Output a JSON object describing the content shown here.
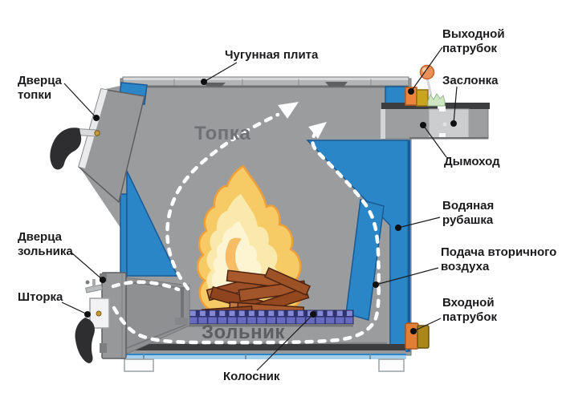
{
  "labels": {
    "cast_iron_plate": "Чугунная плита",
    "outlet_pipe": "Выходной\nпатрубок",
    "damper": "Заслонка",
    "furnace_door": "Дверца\nтопки",
    "chimney": "Дымоход",
    "water_jacket": "Водяная\nрубашка",
    "secondary_air": "Подача вторичного\nвоздуха",
    "ash_door": "Дверца\nзольника",
    "shutter": "Шторка",
    "inlet_pipe": "Входной\nпатрубок",
    "grate": "Колосник"
  },
  "zones": {
    "firebox": "Топка",
    "ash_pan": "Зольник"
  },
  "colors": {
    "water_jacket_blue": "#2b86c7",
    "water_jacket_outline": "#185a95",
    "body_gray": "#9a9c9e",
    "plate_gray": "#b2b4b6",
    "chimney_bar_dark": "#3b3d3f",
    "damper_plate_gray": "#cbcdcf",
    "flame_outer": "#f6cb66",
    "flame_mid": "#fae9ad",
    "flame_inner": "#fdf4d2",
    "flame_stroke": "#ef9f3a",
    "wood_brown": "#a2542a",
    "grate_blue": "#666bc0",
    "pipe_orange": "#ec8440",
    "pipe_yellow": "#c9a41e",
    "inlet_olive": "#ab8618",
    "label_text": "#1b1b1d",
    "flow_dash_white": "#ffffff"
  }
}
